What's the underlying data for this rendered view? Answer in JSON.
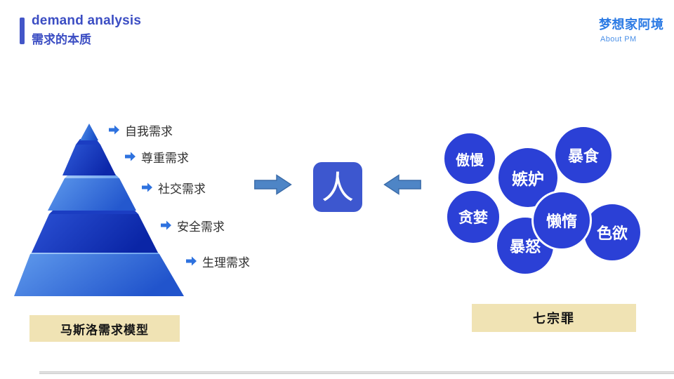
{
  "slide": {
    "title_en": "demand analysis",
    "title_zh": "需求的本质",
    "brand": "梦想家阿境",
    "brand_sub": "About PM"
  },
  "maslow": {
    "caption": "马斯洛需求模型",
    "levels": [
      {
        "label": "自我需求"
      },
      {
        "label": "尊重需求"
      },
      {
        "label": "社交需求"
      },
      {
        "label": "安全需求"
      },
      {
        "label": "生理需求"
      }
    ]
  },
  "center": {
    "label": "人"
  },
  "sins": {
    "caption": "七宗罪",
    "items": [
      {
        "label": "傲慢"
      },
      {
        "label": "嫉妒"
      },
      {
        "label": "暴食"
      },
      {
        "label": "贪婪"
      },
      {
        "label": "懒惰"
      },
      {
        "label": "暴怒"
      },
      {
        "label": "色欲"
      }
    ]
  },
  "colors": {
    "accent": "#3b4dc3",
    "brand_blue": "#2b7ae4",
    "circle_blue": "#2b40d6",
    "person_blue": "#3d57cf",
    "steel_arrow": "#4e85c6",
    "caption_bg": "#f0e3b4"
  }
}
